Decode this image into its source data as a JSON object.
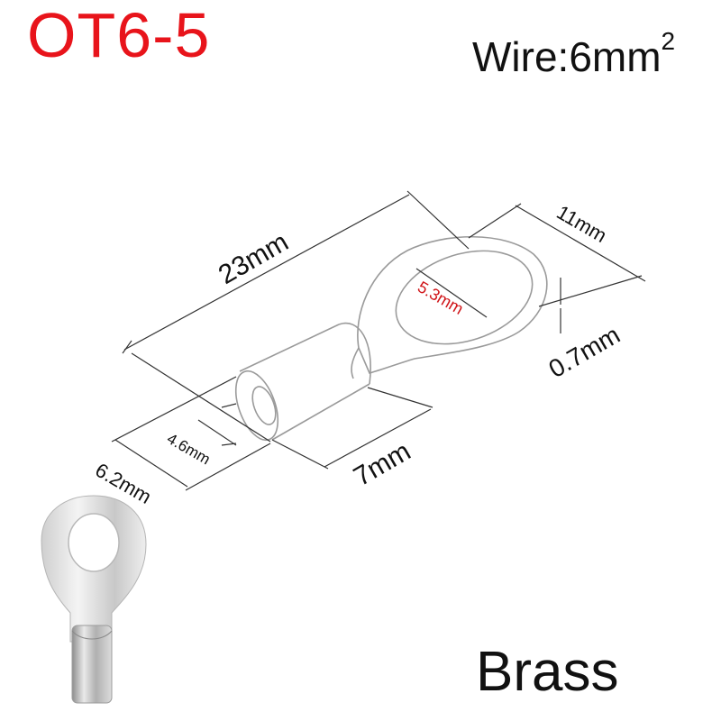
{
  "header": {
    "model": "OT6-5",
    "wire_label": "Wire:6mm",
    "wire_superscript": "2"
  },
  "dimensions": {
    "length": "23mm",
    "ring_width": "11mm",
    "hole_diameter": "5.3mm",
    "thickness": "0.7mm",
    "barrel_length": "7mm",
    "barrel_inner": "4.6mm",
    "barrel_outer": "6.2mm"
  },
  "material": "Brass",
  "colors": {
    "model_text": "#e8141b",
    "hole_dim_text": "#d01418",
    "text": "#111111",
    "outline": "#9a9a9a"
  }
}
